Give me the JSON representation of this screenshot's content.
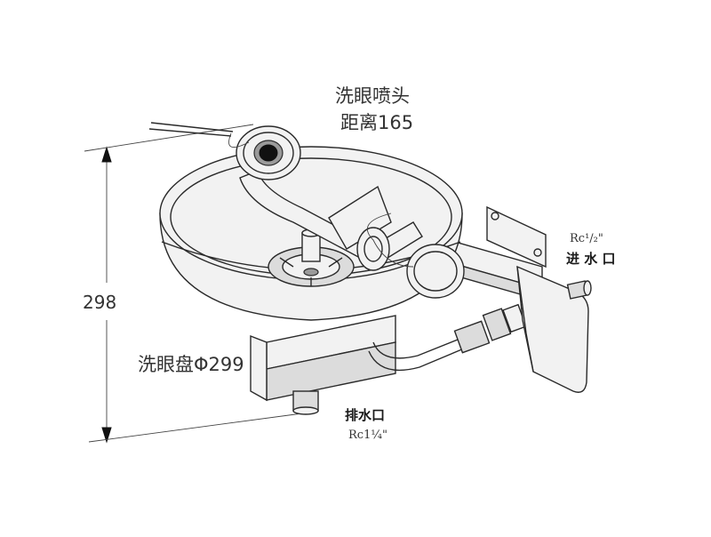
{
  "labels": {
    "spray_head_name": "洗眼喷头",
    "spray_head_distance": "距离165",
    "height_dim": "298",
    "bowl": "洗眼盘Φ299",
    "inlet_thread": "Rc¹/₂\"",
    "inlet_name": "进 水 口",
    "drain_name": "排水口",
    "drain_thread": "Rc1¼\""
  }
}
